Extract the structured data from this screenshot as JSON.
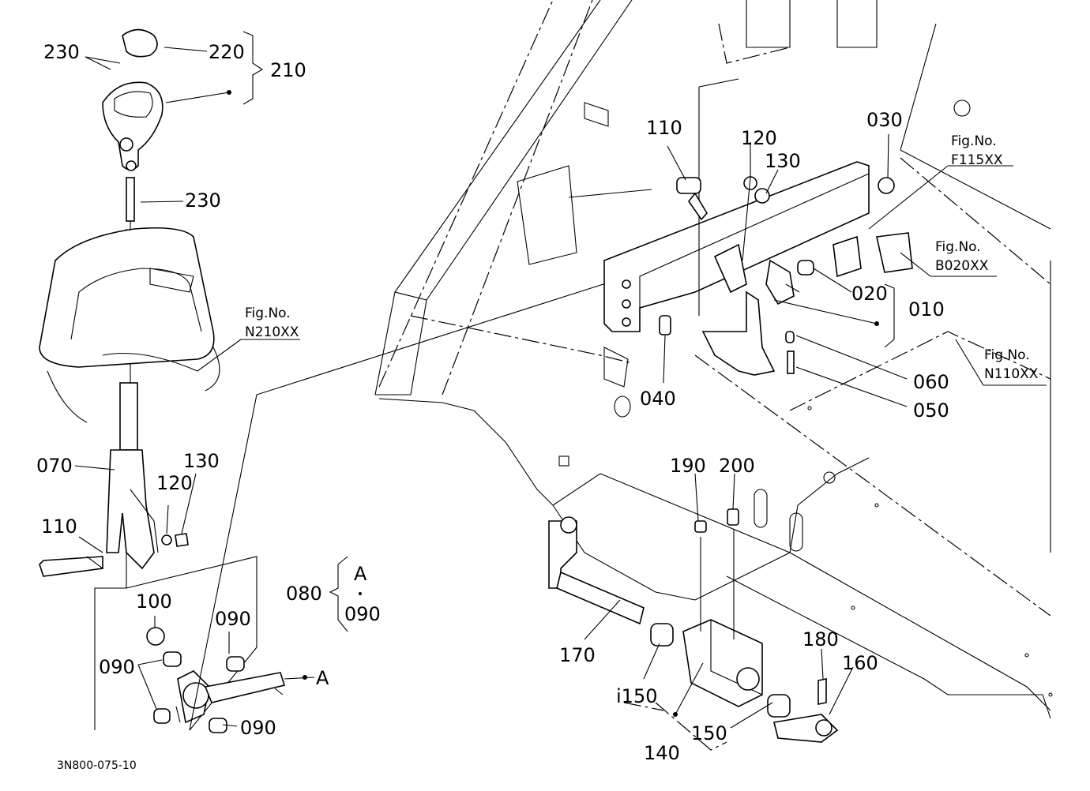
{
  "drawing_code": "3N800-075-10",
  "refs": {
    "fig": "Fig.No.",
    "n210": "N210XX",
    "f115": "F115XX",
    "b020": "B020XX",
    "n110": "N110XX"
  },
  "callouts": {
    "p010": "010",
    "p020": "020",
    "p030": "030",
    "p040": "040",
    "p050": "050",
    "p060": "060",
    "p070": "070",
    "p080": "080",
    "p090": "090",
    "p100": "100",
    "p110": "110",
    "p120": "120",
    "p130": "130",
    "p140": "140",
    "p150": "150",
    "p150b": "i150",
    "p160": "160",
    "p170": "170",
    "p180": "180",
    "p190": "190",
    "p200": "200",
    "p210": "210",
    "p220": "220",
    "p230": "230",
    "marker_a": "A"
  }
}
